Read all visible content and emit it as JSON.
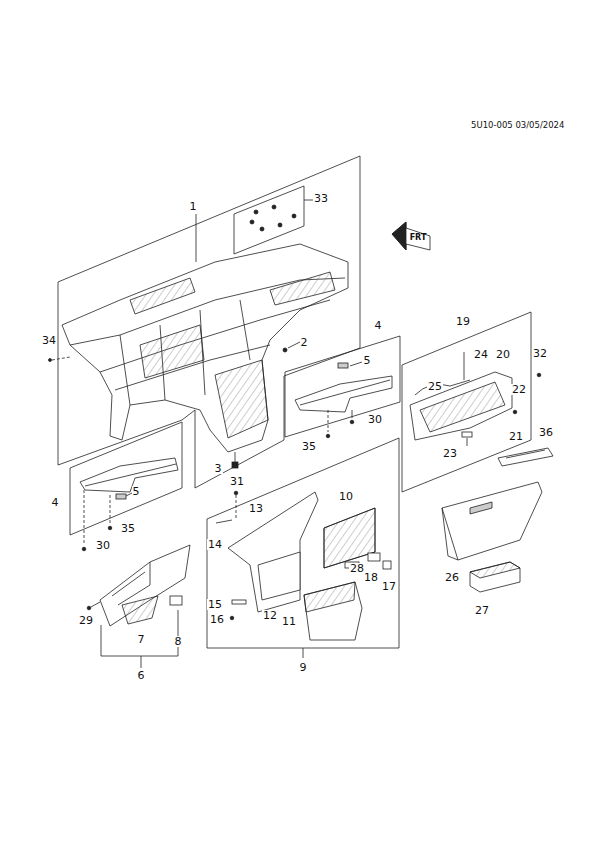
{
  "diagram": {
    "labels": [
      "5U10-005 03/05/2024",
      "FRT",
      "1",
      "33",
      "34",
      "2",
      "3",
      "4",
      "5",
      "30",
      "35",
      "4",
      "5",
      "35",
      "30",
      "31",
      "13",
      "14",
      "10",
      "28",
      "18",
      "17",
      "15",
      "16",
      "12",
      "11",
      "9",
      "29",
      "7",
      "8",
      "6",
      "19",
      "24",
      "20",
      "32",
      "25",
      "22",
      "21",
      "23",
      "36",
      "26",
      "27"
    ]
  }
}
